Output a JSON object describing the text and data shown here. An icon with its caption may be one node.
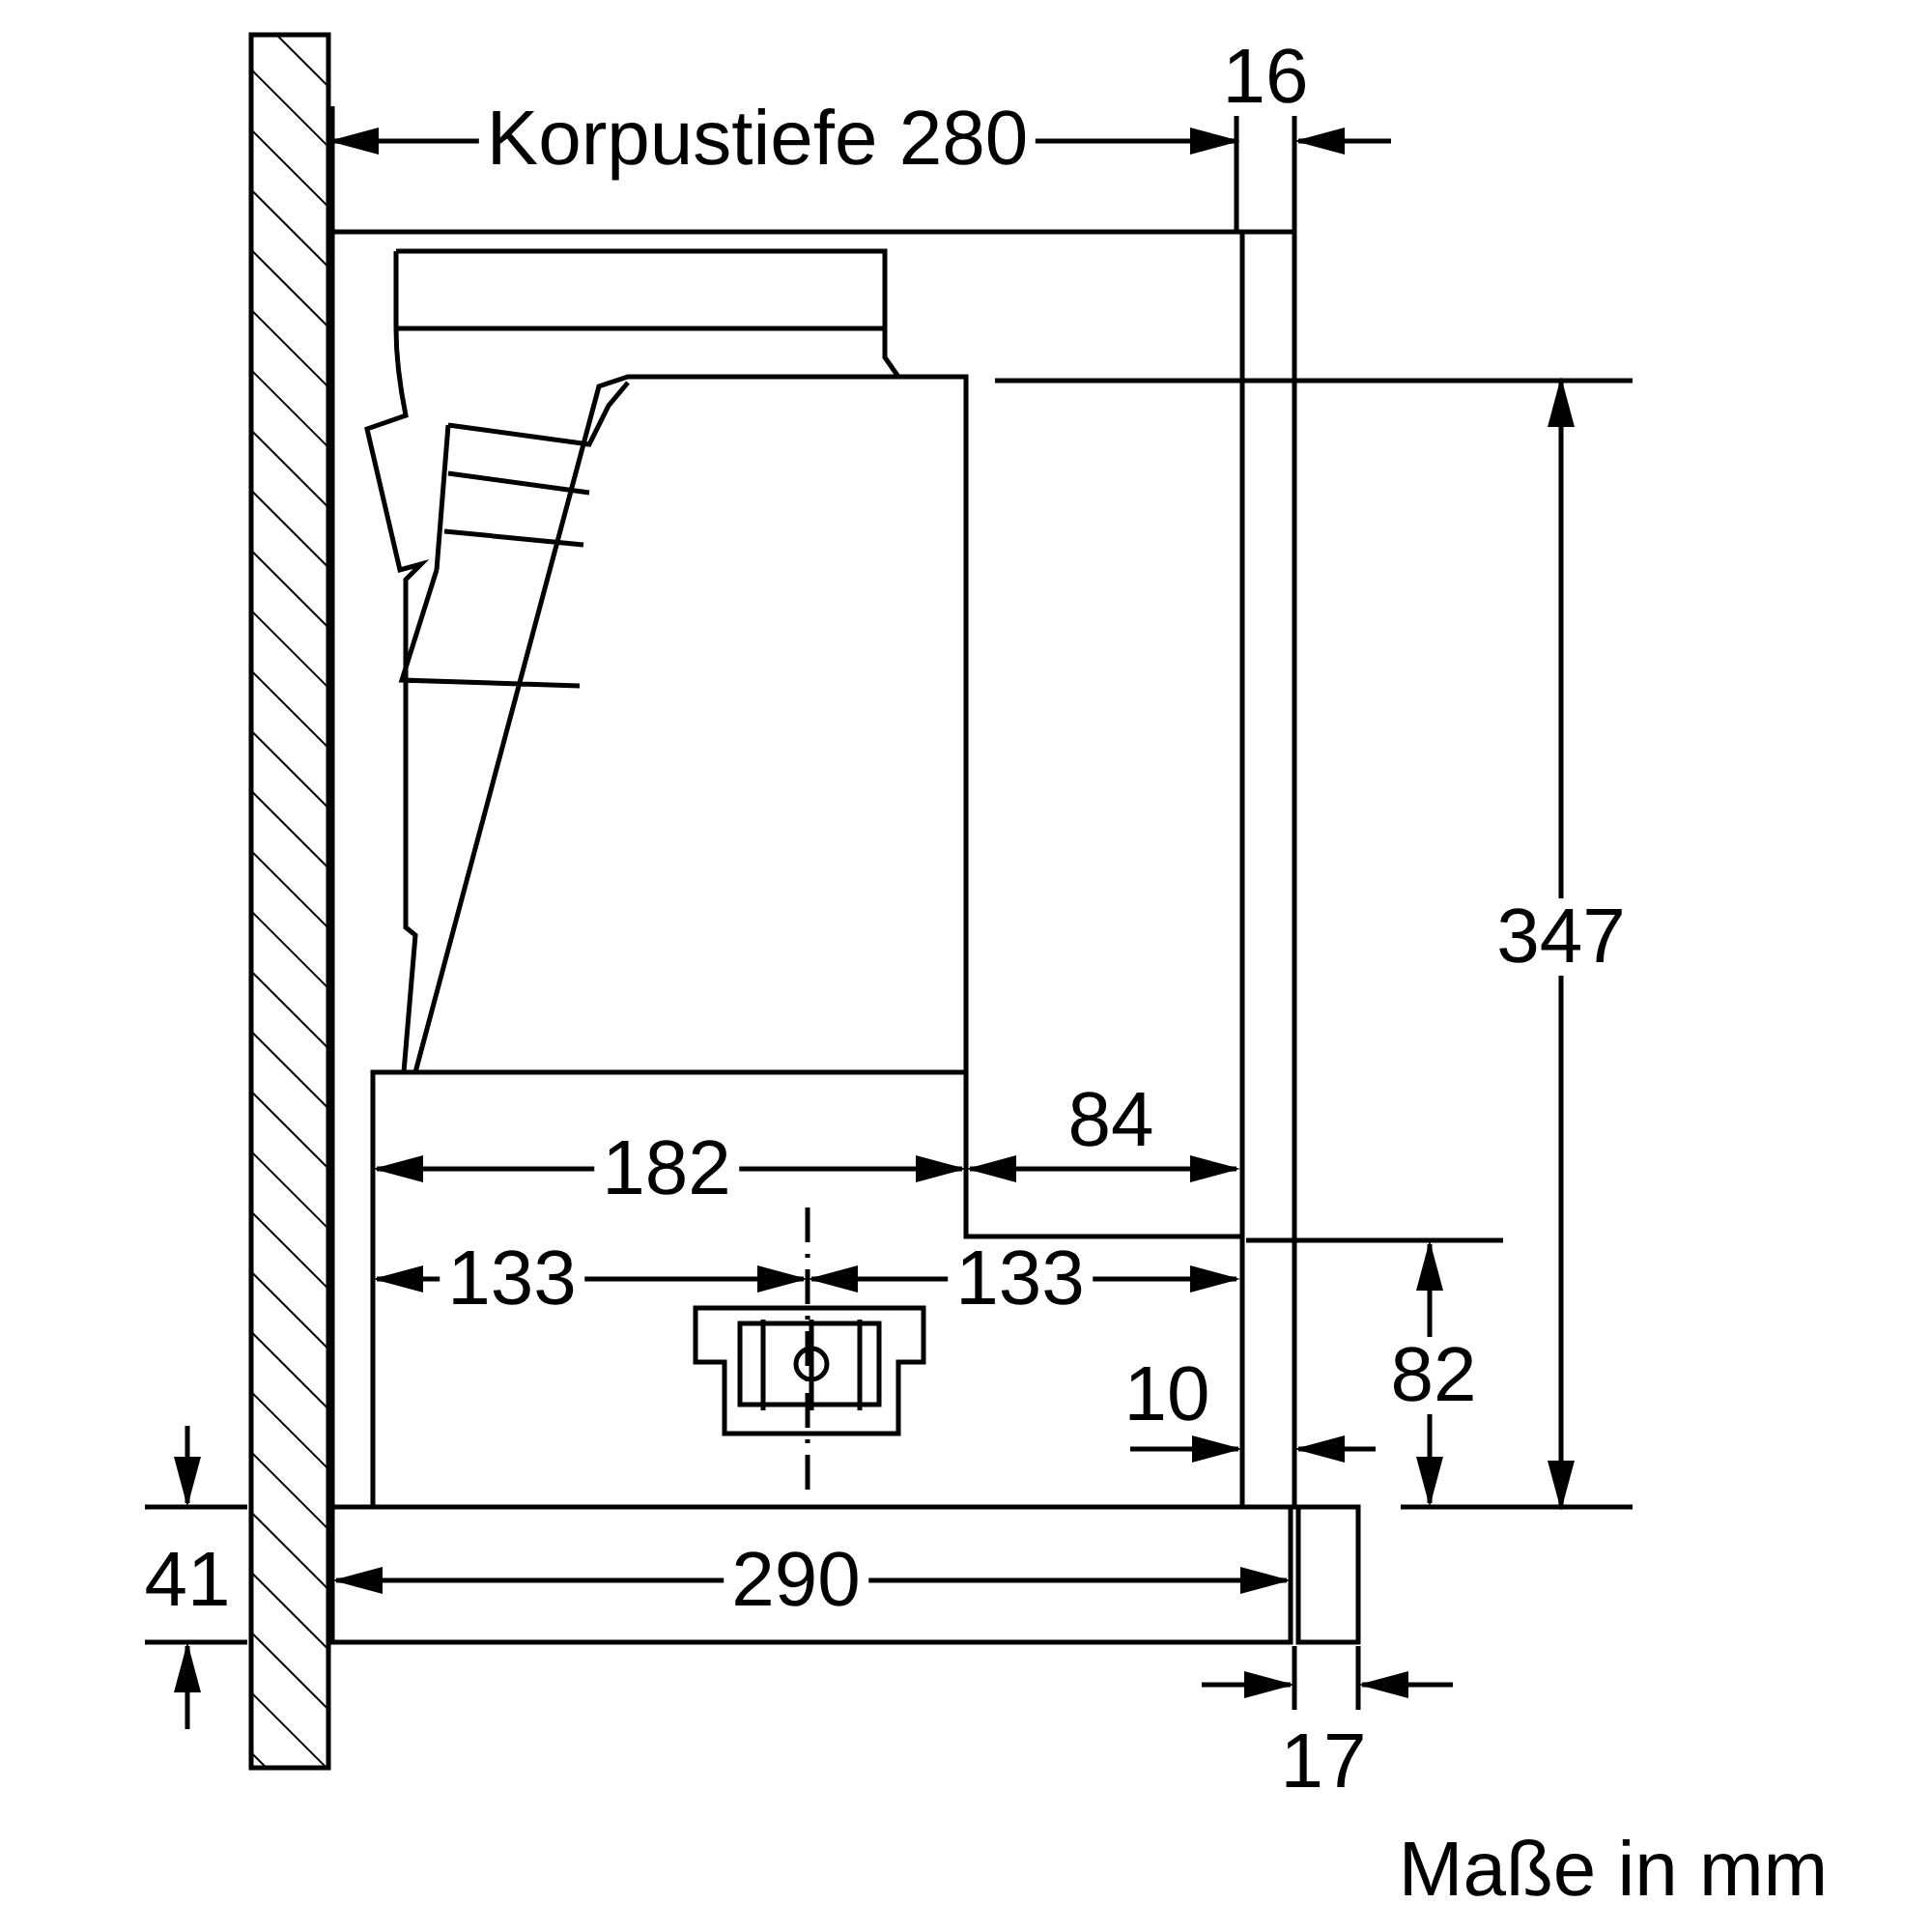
{
  "diagram": {
    "labels": [
      "Korpustiefe 280",
      "16",
      "347",
      "84",
      "182",
      "133",
      "133",
      "82",
      "10",
      "41",
      "290",
      "17",
      "Maße in mm"
    ]
  }
}
